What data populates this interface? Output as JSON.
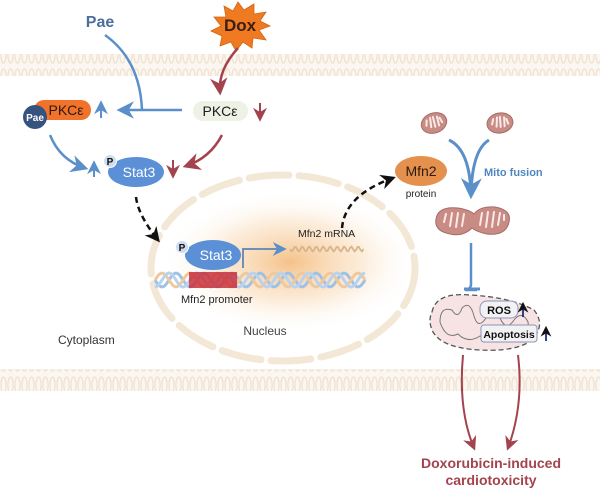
{
  "title": "Pae protects against doxorubicin-induced cardiotoxicity via PKCε/Stat3/Mfn2 signaling",
  "colors": {
    "blue": "#5b8fc9",
    "red": "#a3434e",
    "orange_pkc": "#f0722b",
    "pae_dark": "#36527f",
    "stat3": "#5b8fd6",
    "mfn2": "#e5914d",
    "dox_star": "#ef7a22",
    "membrane": "#f6ecdf",
    "outcome": "#a3434e",
    "mito_fill": "#c88c84",
    "damaged_mito": "#f7e3e3",
    "up_arrow_dark": "#1e2d7a"
  },
  "drugs": {
    "pae": "Pae",
    "dox": "Dox"
  },
  "nodes": {
    "pkc_bound_label": "PKCε",
    "pae_badge": "Pae",
    "pkc_free_label": "PKCε",
    "phospho": "P",
    "stat3_cyto": "Stat3",
    "stat3_nuclear": "Stat3",
    "mfn2_mrna": "Mfn2 mRNA",
    "mfn2_promoter": "Mfn2 promoter",
    "mfn2_protein": "Mfn2",
    "protein_caption": "protein",
    "mito_fusion": "Mito fusion",
    "ros": "ROS",
    "apoptosis": "Apoptosis"
  },
  "compartments": {
    "cytoplasm": "Cytoplasm",
    "nucleus": "Nucleus"
  },
  "outcome": {
    "line1": "Doxorubicin-induced",
    "line2": "cardiotoxicity"
  },
  "regulation": {
    "pkc_bound": "up",
    "pkc_free": "down",
    "stat3_left": "up",
    "stat3_right": "down",
    "ros": "up",
    "apoptosis": "up"
  }
}
